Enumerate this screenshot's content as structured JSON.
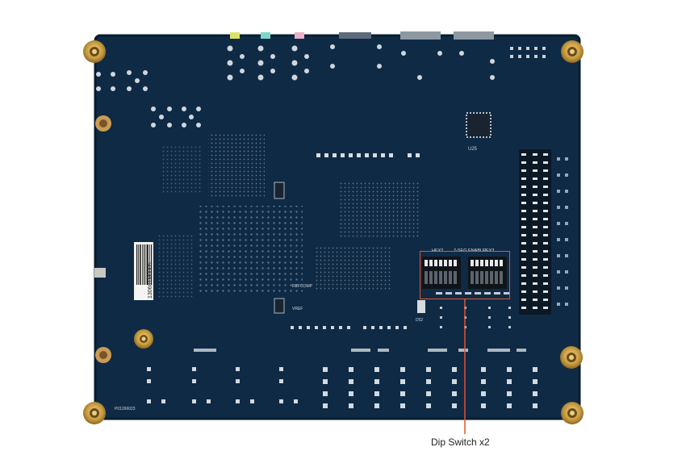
{
  "callout": {
    "label": "Dip Switch x2"
  },
  "silkscreen": {
    "hex_left": "HEX2",
    "enable": "7-SEG ENABLE",
    "hex_right": "HEX3",
    "barcode_text": "130601M0005",
    "board_serial": "P01266023",
    "refcomp": "REFCOMP",
    "vref": "VREF",
    "u25": "U25",
    "d52": "D52"
  },
  "colors": {
    "pcb": "#0f2a45",
    "pcb_dark": "#0b2238",
    "pad": "#c9d0d6",
    "gold": "#c9a347",
    "callout": "#e0552f"
  },
  "icons": [
    "barcode-sticker",
    "header-pin-strip",
    "brass-standoff",
    "dip-switch"
  ]
}
